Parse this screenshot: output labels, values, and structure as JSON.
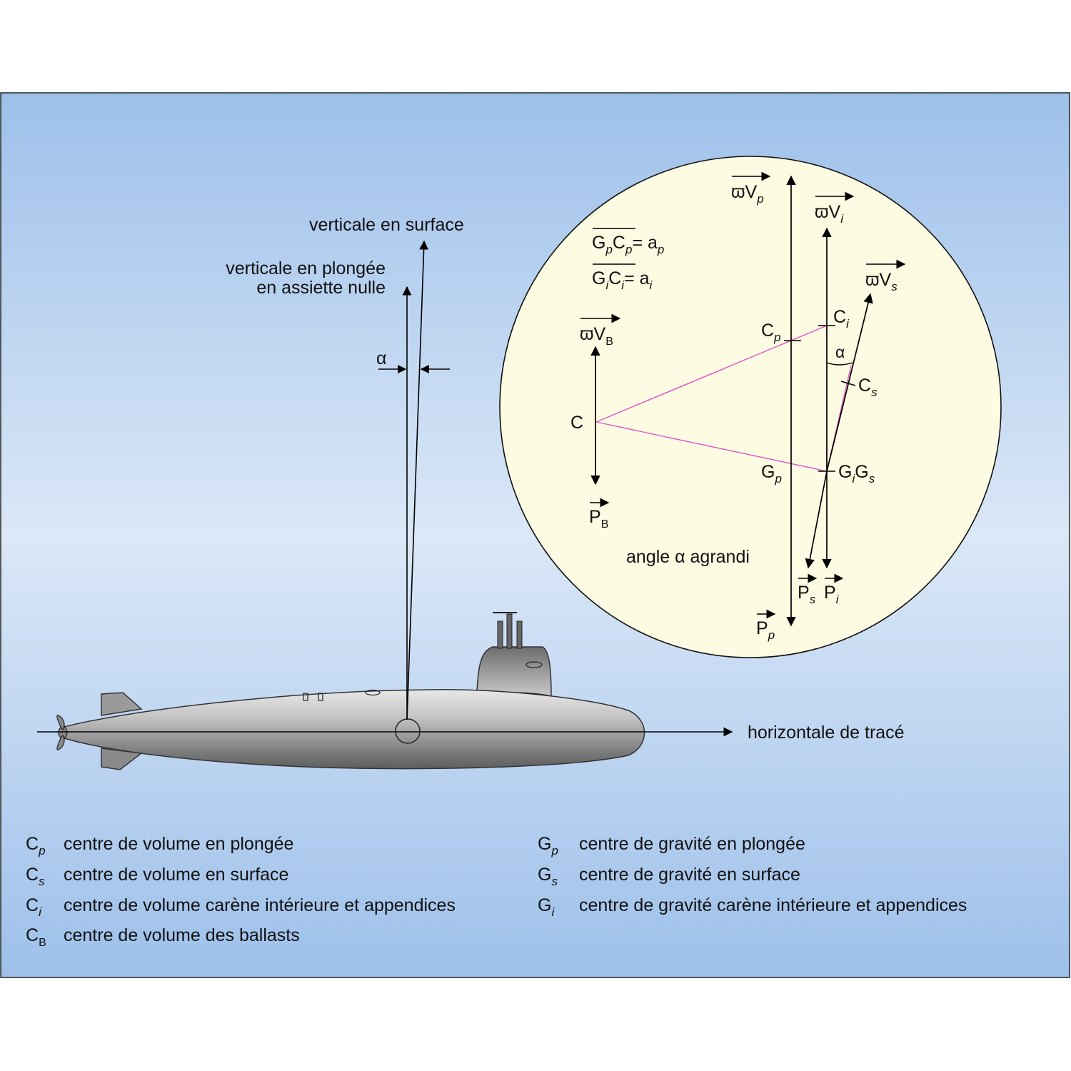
{
  "diagram": {
    "labels": {
      "vertical_surface": "verticale en surface",
      "vertical_dive_line1": "verticale en plongée",
      "vertical_dive_line2": "en assiette nulle",
      "alpha": "α",
      "horizontal": "horizontale de tracé",
      "angle_enlarged": "angle α agrandi"
    },
    "inset": {
      "eq1": {
        "g": "G",
        "gsub": "p",
        "c": "C",
        "csub": "p",
        "rhs": "= a",
        "rsub": "p"
      },
      "eq2": {
        "g": "G",
        "gsub": "i",
        "c": "C",
        "csub": "i",
        "rhs": "= a",
        "rsub": "i"
      },
      "vectors": {
        "wVp": {
          "main": "ϖV",
          "sub": "p"
        },
        "wVi": {
          "main": "ϖV",
          "sub": "i"
        },
        "wVs": {
          "main": "ϖV",
          "sub": "s"
        },
        "wVB": {
          "main": "ϖV",
          "sub": "B"
        },
        "PB": {
          "main": "P",
          "sub": "B"
        },
        "Pp": {
          "main": "P",
          "sub": "p"
        },
        "Ps": {
          "main": "P",
          "sub": "s"
        },
        "Pi": {
          "main": "P",
          "sub": "i"
        }
      },
      "points": {
        "C": "C",
        "Cp": {
          "main": "C",
          "sub": "p"
        },
        "Ci": {
          "main": "C",
          "sub": "i"
        },
        "Cs": {
          "main": "C",
          "sub": "s"
        },
        "Gp": {
          "main": "G",
          "sub": "p"
        },
        "Gi": {
          "main": "G",
          "sub": "i"
        },
        "Gs": {
          "main": "G",
          "sub": "s"
        },
        "alpha": "α"
      }
    },
    "legend": [
      {
        "sym": "C",
        "sub": "p",
        "text": "centre de volume en plongée"
      },
      {
        "sym": "C",
        "sub": "s",
        "text": "centre de volume en surface"
      },
      {
        "sym": "C",
        "sub": "i",
        "text": "centre de volume carène intérieure et appendices"
      },
      {
        "sym": "C",
        "sub": "B",
        "text": "centre de volume des ballasts"
      },
      {
        "sym": "G",
        "sub": "p",
        "text": "centre de gravité en plongée"
      },
      {
        "sym": "G",
        "sub": "s",
        "text": "centre de gravité en surface"
      },
      {
        "sym": "G",
        "sub": "i",
        "text": "centre de gravité carène intérieure et appendices"
      }
    ],
    "colors": {
      "sky_top": "#9dc0ea",
      "sky_mid": "#dbe8f7",
      "inset_fill": "#fdfbe2",
      "magenta": "#e255c6",
      "hull_dark": "#6f6f6f",
      "hull_light": "#e6e6e6"
    }
  }
}
